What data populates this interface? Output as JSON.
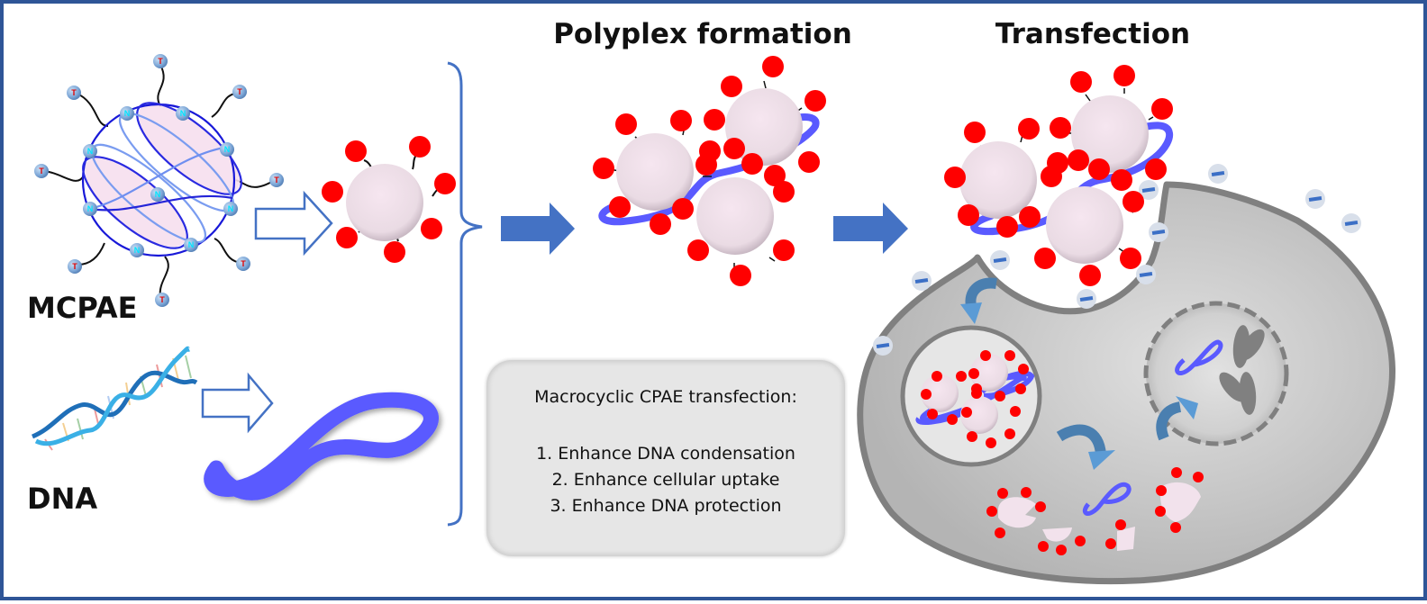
{
  "figure": {
    "frame_color": "#2f5597",
    "headings": {
      "polyplex": "Polyplex formation",
      "transfection": "Transfection"
    },
    "labels": {
      "polymer": "MCPAE",
      "dna": "DNA"
    },
    "monomer_tags": {
      "terminal": "T",
      "backbone": "N"
    },
    "membrane_charge_symbol": "−",
    "info_box": {
      "heading": "Macrocyclic CPAE transfection:",
      "points": [
        "1. Enhance DNA condensation",
        "2. Enhance cellular uptake",
        "3. Enhance DNA protection"
      ]
    },
    "colors": {
      "arrow_blue": "#4472c4",
      "dna_purple": "#5a5aff",
      "cation_red": "#ff0000",
      "nanoparticle_pink": "#f2e2ec",
      "cell_gray": "#c8c8c8",
      "membrane_gray": "#808080",
      "curved_arrow_blue": "#4a86c0"
    }
  }
}
